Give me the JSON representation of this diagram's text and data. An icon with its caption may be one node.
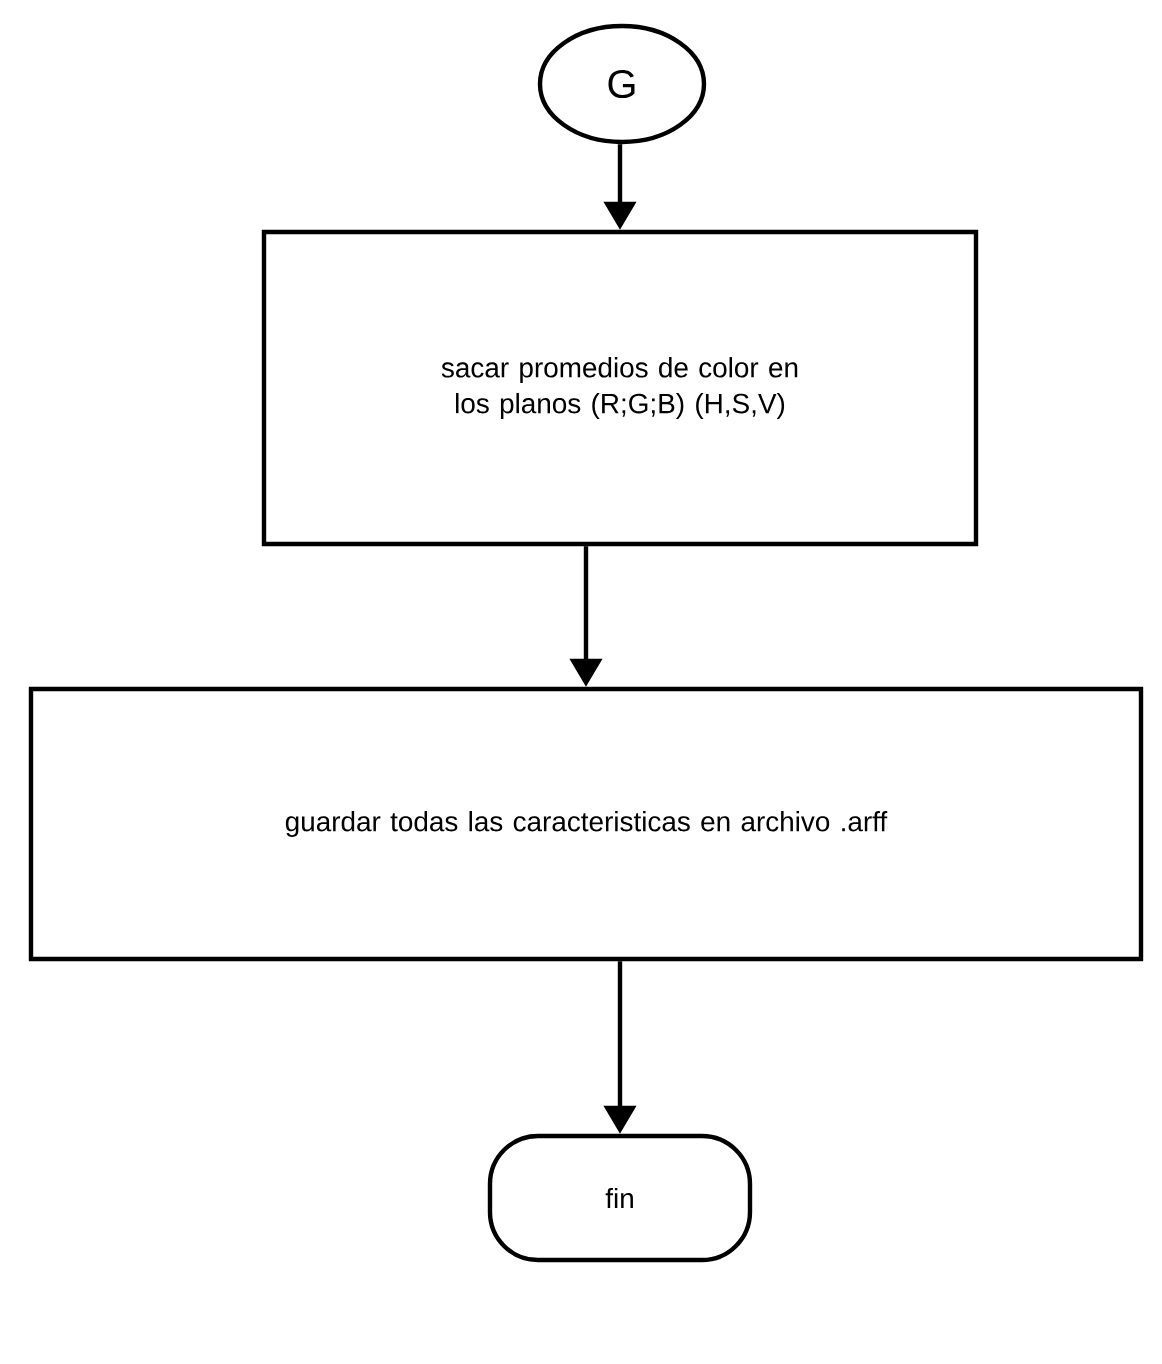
{
  "diagram": {
    "nodes": [
      {
        "text": [
          "G"
        ]
      },
      {
        "text": [
          "sacar promedios de color en los planos (R;G;B) (H,S,V)"
        ]
      },
      {
        "text": [
          "guardar todas las caracteristicas en archivo .arff"
        ]
      },
      {
        "text": [
          "fin"
        ]
      }
    ],
    "edges": [
      {
        "from": 0,
        "to": 1,
        "arrow": "to"
      },
      {
        "from": 1,
        "to": 2,
        "arrow": "to"
      },
      {
        "from": 2,
        "to": 3,
        "arrow": "to"
      }
    ]
  }
}
